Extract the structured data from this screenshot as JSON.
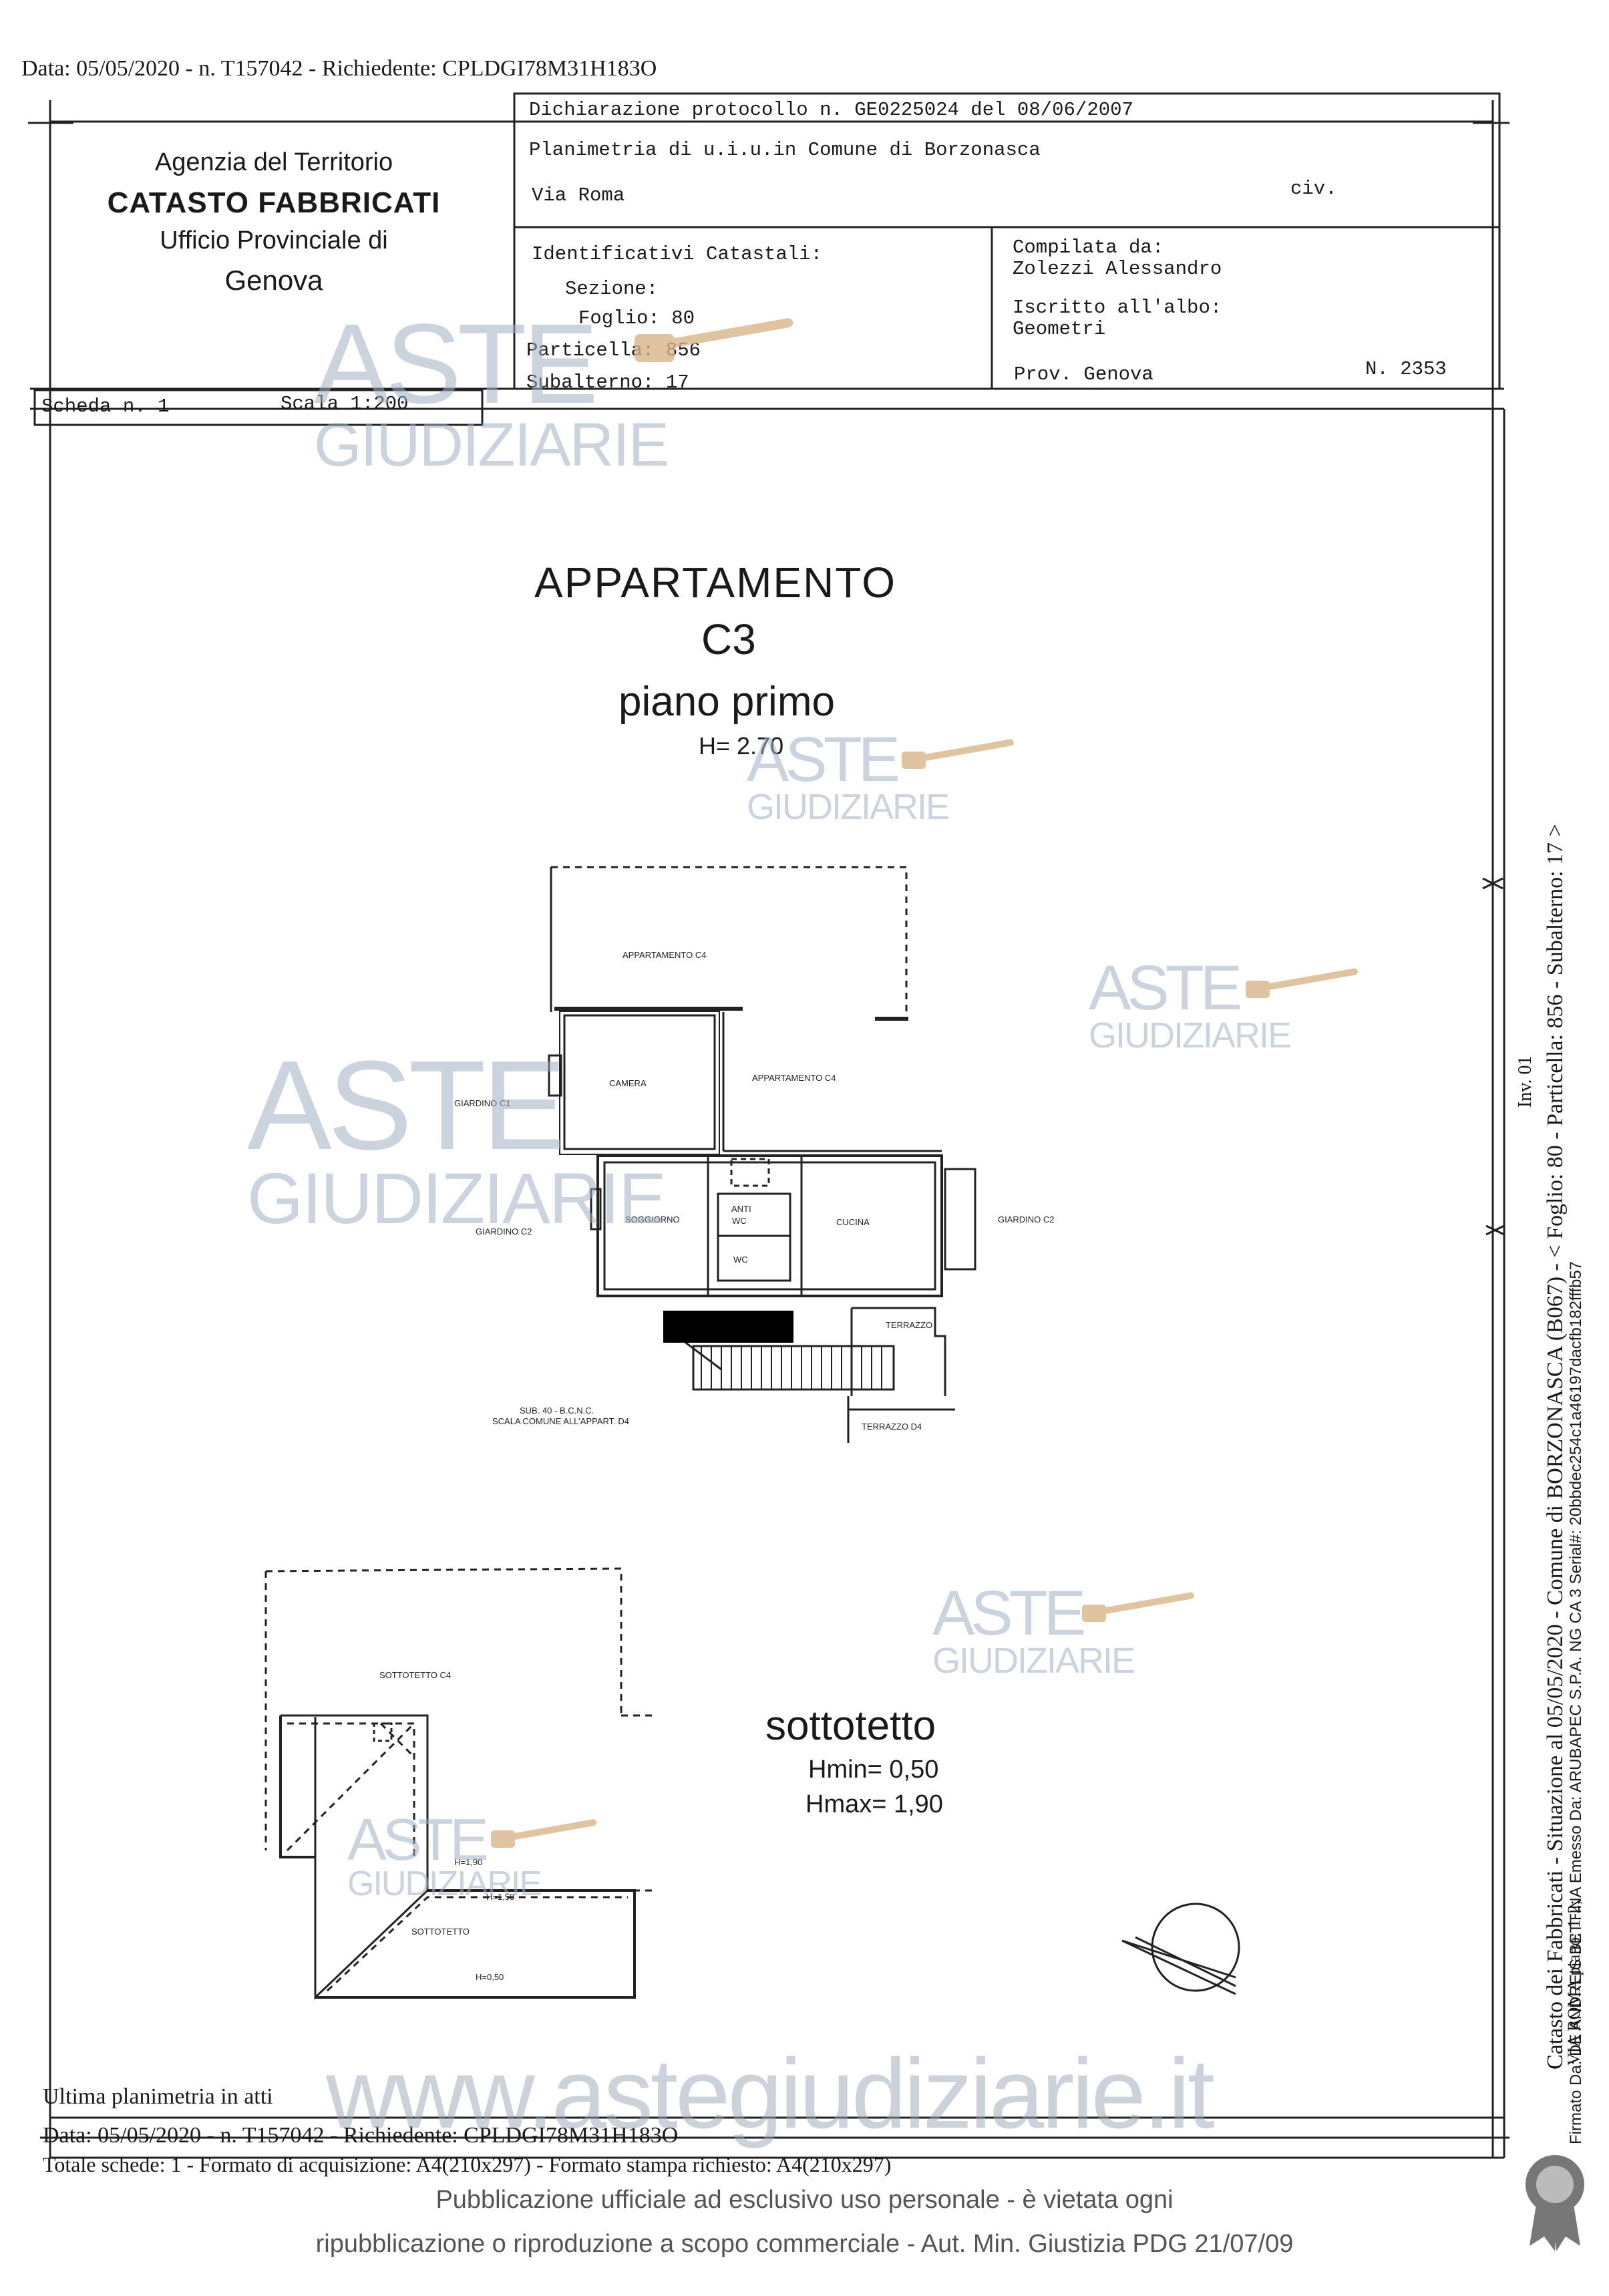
{
  "header": {
    "top_line": "Data: 05/05/2020 - n. T157042 - Richiedente: CPLDGI78M31H183O"
  },
  "agency": {
    "line1": "Agenzia del Territorio",
    "line2": "CATASTO FABBRICATI",
    "line3": "Ufficio Provinciale di",
    "line4": "Genova"
  },
  "protocol": {
    "dichiarazione": "Dichiarazione protocollo n. GE0225024 del  08/06/2007",
    "planimetria": "Planimetria di u.i.u.in Comune di Borzonasca",
    "via": "Via Roma",
    "civ": "civ."
  },
  "identificativi": {
    "title": "Identificativi Catastali:",
    "sezione": "Sezione:",
    "foglio": "Foglio: 80",
    "particella": "Particella: 856",
    "subalterno": "Subalterno: 17"
  },
  "compilata": {
    "title": "Compilata da:",
    "name": "Zolezzi Alessandro",
    "iscritto": "Iscritto all'albo:",
    "albo": "Geometri",
    "prov": "Prov. Genova",
    "num": "N.  2353"
  },
  "scheda": {
    "scheda": "Scheda n. 1",
    "scala": "Scala 1:200"
  },
  "plan": {
    "title1": "APPARTAMENTO",
    "title2": "C3",
    "title3": "piano primo",
    "height": "H= 2.70",
    "labels": {
      "app_c4_top": "APPARTAMENTO C4",
      "camera": "CAMERA",
      "app_c4_mid": "APPARTAMENTO C4",
      "giardino_c1": "GIARDINO C1",
      "soggiorno": "SOGGIORNO",
      "anti_wc1": "ANTI",
      "anti_wc2": "WC",
      "wc": "WC",
      "cucina": "CUCINA",
      "giardino_c2_left": "GIARDINO C2",
      "giardino_c2_right": "GIARDINO C2",
      "terrazzo": "TERRAZZO",
      "sub40_1": "SUB. 40 - B.C.N.C.",
      "sub40_2": "SCALA COMUNE ALL'APPART. D4",
      "terrazzo_d4": "TERRAZZO D4"
    }
  },
  "attic": {
    "title": "sottotetto",
    "hmin": "Hmin= 0,50",
    "hmax": "Hmax= 1,90",
    "labels": {
      "sottotetto_c4": "SOTTOTETTO C4",
      "h190": "H=1,90",
      "h150": "H=1,50",
      "sottotetto": "SOTTOTETTO",
      "h050": "H=0,50"
    }
  },
  "footer": {
    "ultima": "Ultima planimetria in atti",
    "data": "Data: 05/05/2020 - n. T157042 - Richiedente: CPLDGI78M31H183O",
    "totale": "Totale schede: 1 - Formato di acquisizione: A4(210x297)  - Formato stampa richiesto: A4(210x297)",
    "pub1": "Pubblicazione ufficiale ad esclusivo uso personale - è vietata ogni",
    "pub2": "ripubblicazione o riproduzione a scopo commerciale - Aut. Min. Giustizia PDG 21/07/09"
  },
  "watermark": {
    "aste": "ASTE",
    "giudiziarie": "GIUDIZIARIE",
    "url": "www.astegiudiziarie.it"
  },
  "side": {
    "vertical1": "Catasto dei Fabbricati - Situazione al 05/05/2020 - Comune di BORZONASCA (B067) - < Foglio: 80 - Particella: 856 - Subalterno: 17 >",
    "vertical2": "VIA ROMA piano: 1-2;",
    "vertical3": "Firmato Da: DE ANDREIS BETTINA Emesso Da: ARUBAPEC S.P.A. NG CA 3 Serial#: 20bbdec254c1a46197dacfb182fffb57",
    "vertical4": "Inv. 01"
  },
  "colors": {
    "ink": "#1a1a1a",
    "watermark": "#9fb0c4",
    "gavel": "#d9b48a"
  }
}
